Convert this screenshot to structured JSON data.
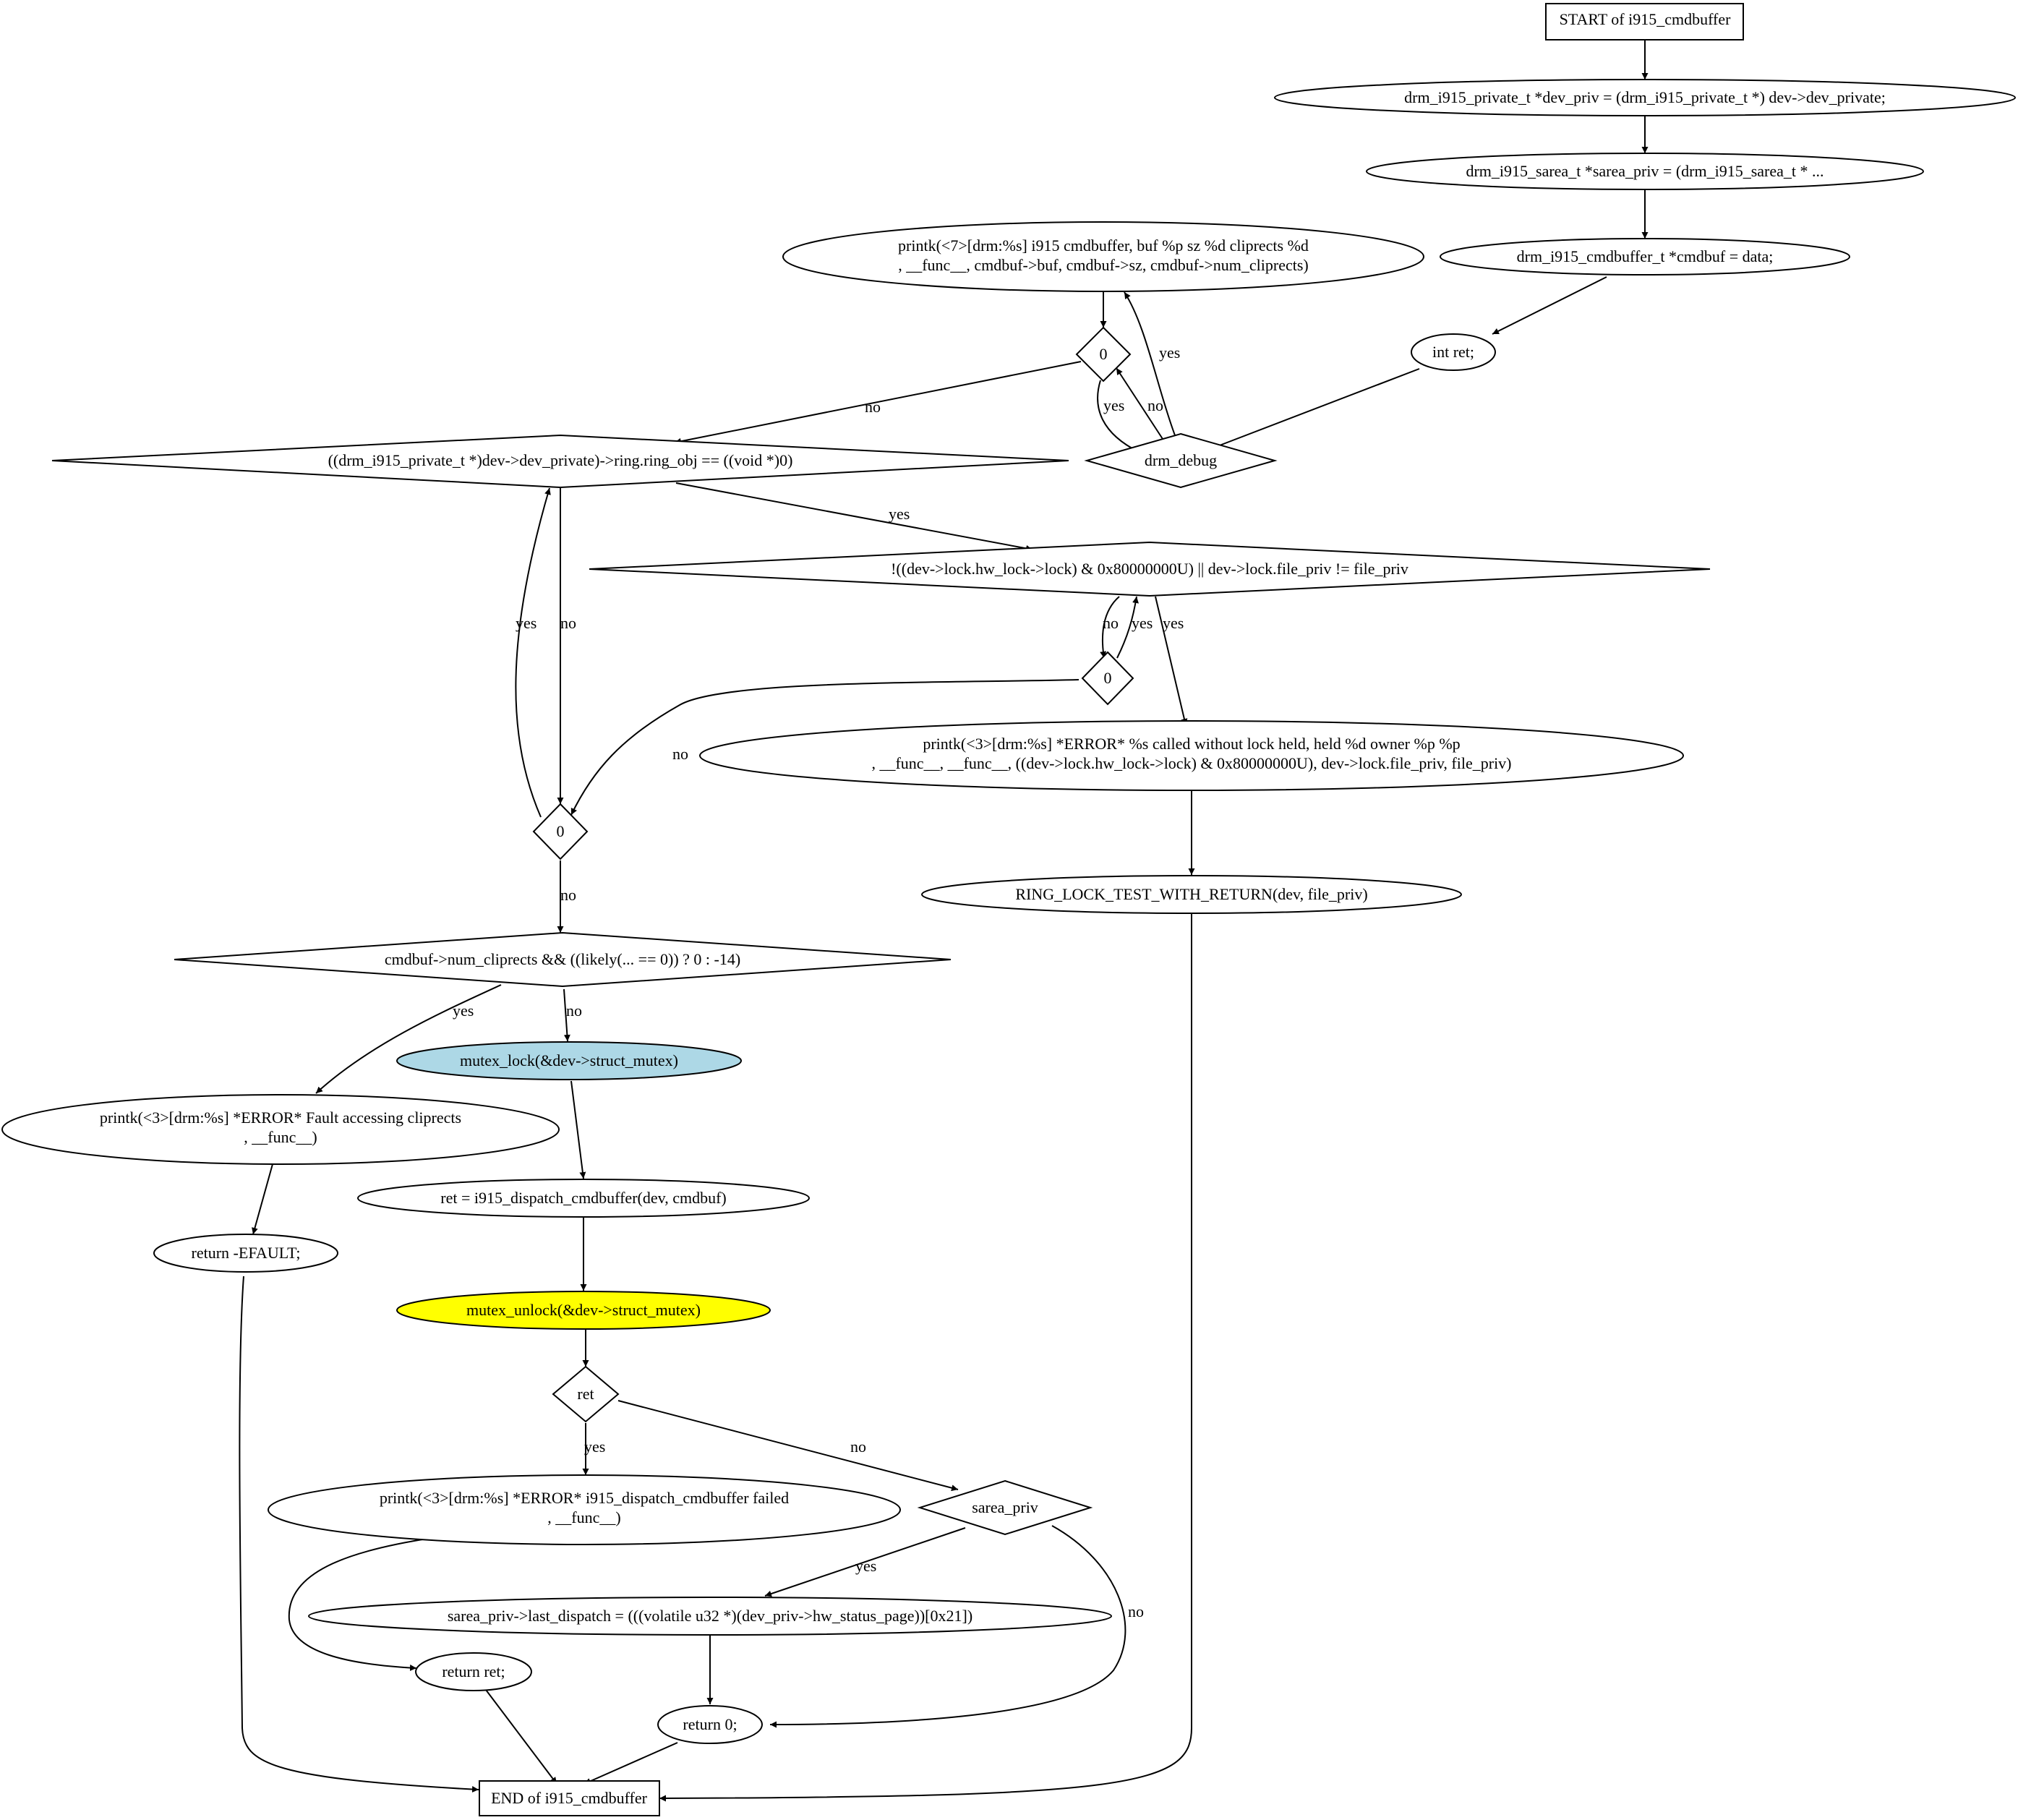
{
  "colors": {
    "stroke": "#000000",
    "background": "#ffffff",
    "mutex_lock_fill": "#add8e6",
    "mutex_unlock_fill": "#ffff00"
  },
  "nodes": {
    "start": {
      "lines": [
        "START of i915_cmdbuffer"
      ]
    },
    "dev_priv_decl": {
      "lines": [
        "drm_i915_private_t *dev_priv = (drm_i915_private_t *) dev->dev_private;"
      ]
    },
    "sarea_priv_decl": {
      "lines": [
        "drm_i915_sarea_t *sarea_priv = (drm_i915_sarea_t * ..."
      ]
    },
    "cmdbuf_decl": {
      "lines": [
        "drm_i915_cmdbuffer_t *cmdbuf = data;"
      ]
    },
    "int_ret": {
      "lines": [
        "int ret;"
      ]
    },
    "drm_debug": {
      "lines": [
        "drm_debug"
      ]
    },
    "zero_debug": {
      "lines": [
        "0"
      ]
    },
    "printk_debug": {
      "lines": [
        "printk(<7>[drm:%s] i915 cmdbuffer, buf %p sz %d cliprects %d",
        ", __func__, cmdbuf->buf, cmdbuf->sz, cmdbuf->num_cliprects)"
      ]
    },
    "ring_obj_check": {
      "lines": [
        "((drm_i915_private_t *)dev->dev_private)->ring.ring_obj == ((void *)0)"
      ]
    },
    "lock_check": {
      "lines": [
        "!((dev->lock.hw_lock->lock) & 0x80000000U) || dev->lock.file_priv != file_priv"
      ]
    },
    "zero_lock": {
      "lines": [
        "0"
      ]
    },
    "printk_lock": {
      "lines": [
        "printk(<3>[drm:%s] *ERROR* %s called without lock held, held  %d owner %p %p",
        ", __func__, __func__, ((dev->lock.hw_lock->lock) & 0x80000000U), dev->lock.file_priv, file_priv)"
      ]
    },
    "ring_lock_test": {
      "lines": [
        "RING_LOCK_TEST_WITH_RETURN(dev, file_priv)"
      ]
    },
    "zero_ring": {
      "lines": [
        "0"
      ]
    },
    "cliprects_check": {
      "lines": [
        "cmdbuf->num_cliprects && ((likely(... == 0)) ? 0 : -14)"
      ]
    },
    "printk_fault": {
      "lines": [
        "printk(<3>[drm:%s] *ERROR* Fault accessing cliprects",
        ", __func__)"
      ]
    },
    "return_efault": {
      "lines": [
        "return -EFAULT;"
      ]
    },
    "mutex_lock": {
      "lines": [
        "mutex_lock(&dev->struct_mutex)"
      ]
    },
    "dispatch": {
      "lines": [
        "ret = i915_dispatch_cmdbuffer(dev, cmdbuf)"
      ]
    },
    "mutex_unlock": {
      "lines": [
        "mutex_unlock(&dev->struct_mutex)"
      ]
    },
    "ret_check": {
      "lines": [
        "ret"
      ]
    },
    "printk_dispatch": {
      "lines": [
        "printk(<3>[drm:%s] *ERROR* i915_dispatch_cmdbuffer failed",
        ", __func__)"
      ]
    },
    "sarea_check": {
      "lines": [
        "sarea_priv"
      ]
    },
    "last_dispatch": {
      "lines": [
        "sarea_priv->last_dispatch = (((volatile u32 *)(dev_priv->hw_status_page))[0x21])"
      ]
    },
    "return_ret": {
      "lines": [
        "return ret;"
      ]
    },
    "return_zero": {
      "lines": [
        "return 0;"
      ]
    },
    "end": {
      "lines": [
        "END of i915_cmdbuffer"
      ]
    }
  },
  "edge_labels": {
    "yes": "yes",
    "no": "no"
  }
}
